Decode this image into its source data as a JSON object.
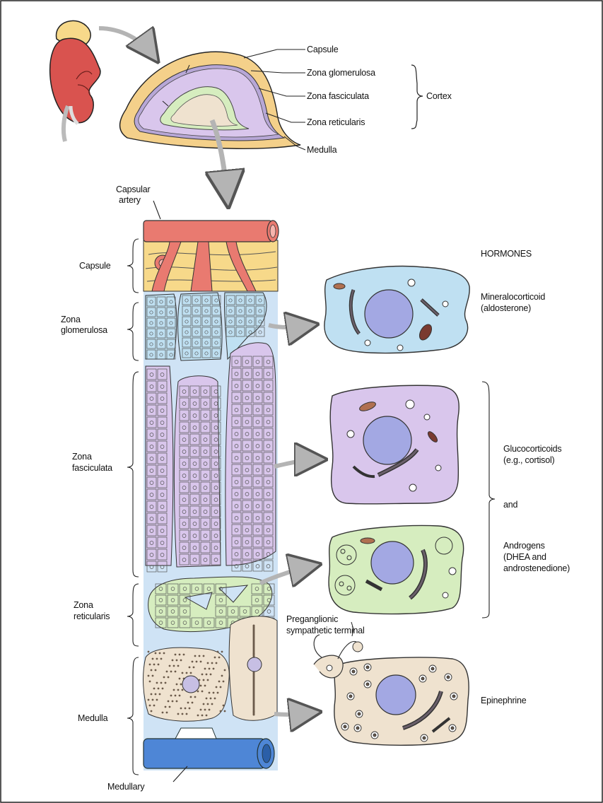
{
  "labels": {
    "capsule_top": "Capsule",
    "zona_glomerulosa_top": "Zona glomerulosa",
    "zona_fasciculata_top": "Zona fasciculata",
    "zona_reticularis_top": "Zona reticularis",
    "medulla_top": "Medulla",
    "cortex": "Cortex",
    "capsular_artery_1": "Capsular",
    "capsular_artery_2": "artery",
    "capsule": "Capsule",
    "zona_glomerulosa_1": "Zona",
    "zona_glomerulosa_2": "glomerulosa",
    "zona_fasciculata_1": "Zona",
    "zona_fasciculata_2": "fasciculata",
    "zona_reticularis_1": "Zona",
    "zona_reticularis_2": "reticularis",
    "medulla": "Medulla",
    "medullary": "Medullary",
    "preganglionic_1": "Preganglionic",
    "preganglionic_2": "sympathetic terminal"
  },
  "hormones": {
    "heading": "HORMONES",
    "mineralo_1": "Mineralocorticoid",
    "mineralo_2": "(aldosterone)",
    "gluco_1": "Glucocorticoids",
    "gluco_2": "(e.g., cortisol)",
    "and": "and",
    "andro_1": "Androgens",
    "andro_2": "(DHEA and",
    "andro_3": "androstenedione)",
    "epinephrine": "Epinephrine"
  },
  "colors": {
    "capsule_fill": "#f7d98a",
    "artery": "#e97a70",
    "glomerulosa": "#bfe0f2",
    "fasciculata": "#d9c6ec",
    "reticularis": "#d6edbf",
    "medulla": "#efe2cf",
    "vein": "#4e86d6",
    "kidney": "#d9534f",
    "column_bg": "#cfe3f5",
    "arrow": "#b4b4b4"
  }
}
